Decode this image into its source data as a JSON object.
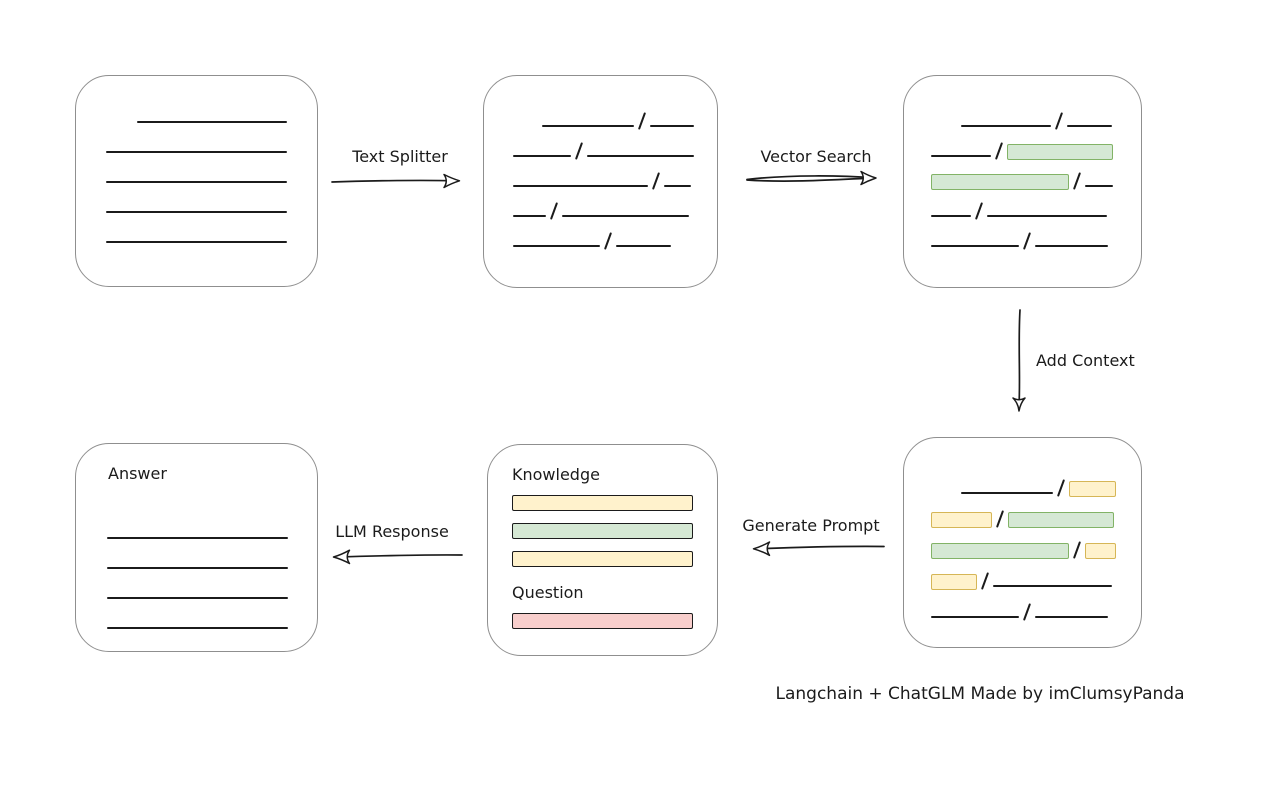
{
  "colors": {
    "background": "#ffffff",
    "box_border": "#8f8f8f",
    "ink": "#1b1b1b",
    "green_fill": "#d5e8d4",
    "green_border": "#82b366",
    "yellow_fill": "#fff2cc",
    "yellow_border": "#d6b656",
    "red_fill": "#f8cecc",
    "red_border": "#b85450"
  },
  "nodes": {
    "document": {
      "description": "source document with plain text lines",
      "rows": [
        [
          {
            "kind": "gap",
            "w": 31
          },
          {
            "kind": "line",
            "w": 150
          }
        ],
        [
          {
            "kind": "line",
            "w": 181
          }
        ],
        [
          {
            "kind": "line",
            "w": 181
          }
        ],
        [
          {
            "kind": "line",
            "w": 181
          }
        ],
        [
          {
            "kind": "line",
            "w": 181
          }
        ]
      ]
    },
    "chunks": {
      "description": "document split into chunks separated by slashes",
      "rows": [
        [
          {
            "kind": "gap",
            "w": 29
          },
          {
            "kind": "line",
            "w": 92
          },
          {
            "kind": "slash"
          },
          {
            "kind": "line",
            "w": 44
          }
        ],
        [
          {
            "kind": "line",
            "w": 58
          },
          {
            "kind": "slash"
          },
          {
            "kind": "line",
            "w": 107
          }
        ],
        [
          {
            "kind": "line",
            "w": 135
          },
          {
            "kind": "slash"
          },
          {
            "kind": "line",
            "w": 27
          }
        ],
        [
          {
            "kind": "line",
            "w": 33
          },
          {
            "kind": "slash"
          },
          {
            "kind": "line",
            "w": 127
          }
        ],
        [
          {
            "kind": "line",
            "w": 87
          },
          {
            "kind": "slash"
          },
          {
            "kind": "line",
            "w": 55
          }
        ]
      ]
    },
    "vector_result": {
      "description": "chunks with matched passages highlighted green",
      "rows": [
        [
          {
            "kind": "gap",
            "w": 30
          },
          {
            "kind": "line",
            "w": 90
          },
          {
            "kind": "slash"
          },
          {
            "kind": "line",
            "w": 45
          }
        ],
        [
          {
            "kind": "line",
            "w": 60
          },
          {
            "kind": "slash"
          },
          {
            "kind": "green",
            "w": 106
          }
        ],
        [
          {
            "kind": "green",
            "w": 138
          },
          {
            "kind": "slash"
          },
          {
            "kind": "line",
            "w": 28
          }
        ],
        [
          {
            "kind": "line",
            "w": 40
          },
          {
            "kind": "slash"
          },
          {
            "kind": "line",
            "w": 120
          }
        ],
        [
          {
            "kind": "line",
            "w": 88
          },
          {
            "kind": "slash"
          },
          {
            "kind": "line",
            "w": 73
          }
        ]
      ]
    },
    "context": {
      "description": "matched passages green plus added context highlighted yellow",
      "rows": [
        [
          {
            "kind": "gap",
            "w": 30
          },
          {
            "kind": "line",
            "w": 92
          },
          {
            "kind": "slash"
          },
          {
            "kind": "yellow",
            "w": 47
          }
        ],
        [
          {
            "kind": "yellow",
            "w": 61
          },
          {
            "kind": "slash"
          },
          {
            "kind": "green",
            "w": 106
          }
        ],
        [
          {
            "kind": "green",
            "w": 138
          },
          {
            "kind": "slash"
          },
          {
            "kind": "yellow",
            "w": 31
          }
        ],
        [
          {
            "kind": "yellow",
            "w": 46
          },
          {
            "kind": "slash"
          },
          {
            "kind": "line",
            "w": 119
          }
        ],
        [
          {
            "kind": "line",
            "w": 88
          },
          {
            "kind": "slash"
          },
          {
            "kind": "line",
            "w": 73
          }
        ]
      ]
    },
    "prompt": {
      "knowledge_label": "Knowledge",
      "question_label": "Question",
      "knowledge_bars": [
        "yellow",
        "green",
        "yellow"
      ],
      "question_bars": [
        "red"
      ]
    },
    "answer": {
      "label": "Answer",
      "rows": [
        [
          {
            "kind": "line",
            "w": 181
          }
        ],
        [
          {
            "kind": "line",
            "w": 181
          }
        ],
        [
          {
            "kind": "line",
            "w": 181
          }
        ],
        [
          {
            "kind": "line",
            "w": 181
          }
        ]
      ]
    }
  },
  "arrows": {
    "text_splitter": {
      "label": "Text Splitter",
      "direction": "right"
    },
    "vector_search": {
      "label": "Vector Search",
      "direction": "right"
    },
    "add_context": {
      "label": "Add Context",
      "direction": "down"
    },
    "generate_prompt": {
      "label": "Generate Prompt",
      "direction": "left"
    },
    "llm_response": {
      "label": "LLM Response",
      "direction": "left"
    }
  },
  "caption": "Langchain + ChatGLM Made by imClumsyPanda"
}
